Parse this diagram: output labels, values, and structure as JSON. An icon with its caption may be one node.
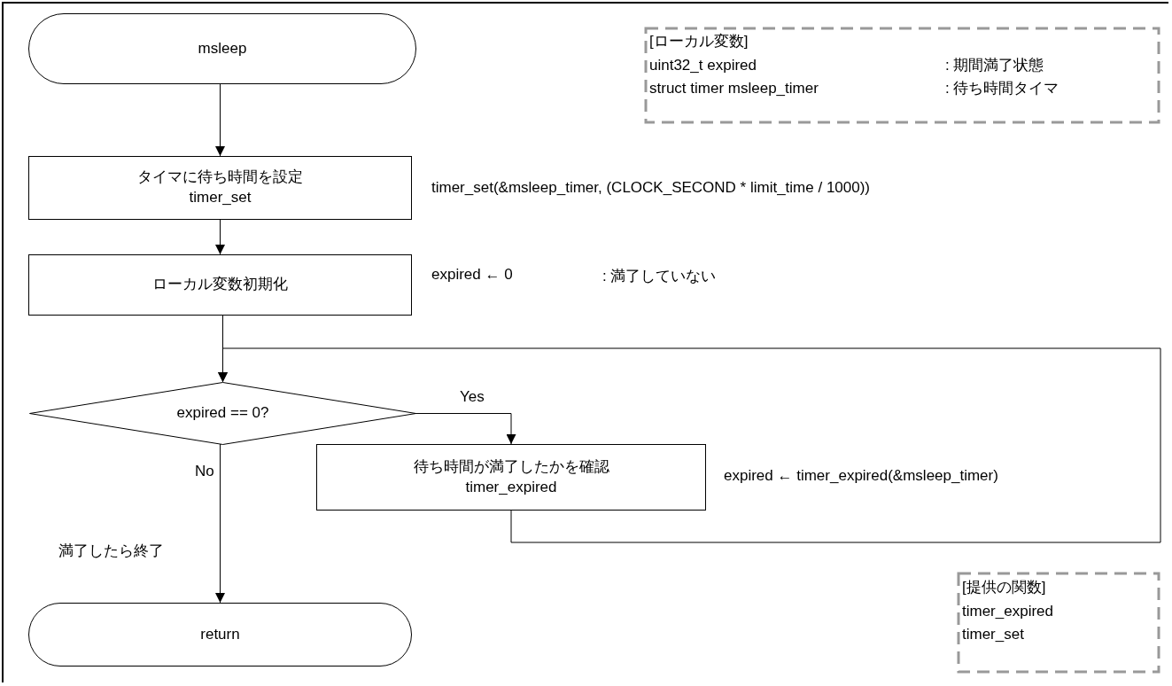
{
  "diagram": {
    "nodes": [
      {
        "text": [
          "msleep"
        ]
      },
      {
        "text": [
          "タイマに待ち時間を設定",
          "timer_set"
        ],
        "beside": [
          "timer_set(&msleep_timer, (CLOCK_SECOND * limit_time / 1000))"
        ]
      },
      {
        "text": [
          "ローカル変数初期化"
        ],
        "beside": [
          "expired ← 0"
        ]
      },
      {
        "text": [
          "expired == 0?"
        ]
      },
      {
        "text": [
          "待ち時間が満了したかを確認",
          "timer_expired"
        ],
        "beside": [
          "expired ← timer_expired(&msleep_timer)"
        ]
      },
      {
        "text": [
          "return"
        ]
      },
      {
        "text": [
          "[ローカル変数]",
          "uint32_t expired",
          ": 期間満了状態",
          "struct timer msleep_timer",
          ": 待ち時間タイマ"
        ]
      },
      {
        "text": [
          "[提供の関数]",
          "timer_expired",
          "timer_set"
        ]
      }
    ],
    "edges": [
      {
        "from": 0,
        "to": 1,
        "arrow": "to"
      },
      {
        "from": 1,
        "to": 2,
        "arrow": "to"
      },
      {
        "from": 2,
        "to": 3,
        "arrow": "to"
      },
      {
        "from": 3,
        "to": 4,
        "arrow": "to",
        "label": "Yes"
      },
      {
        "from": 4,
        "to": 3,
        "arrow": "to"
      },
      {
        "from": 3,
        "to": 5,
        "arrow": "to",
        "label": "No"
      }
    ],
    "labels": [
      ": 満了していない",
      "満了したら終了"
    ]
  }
}
